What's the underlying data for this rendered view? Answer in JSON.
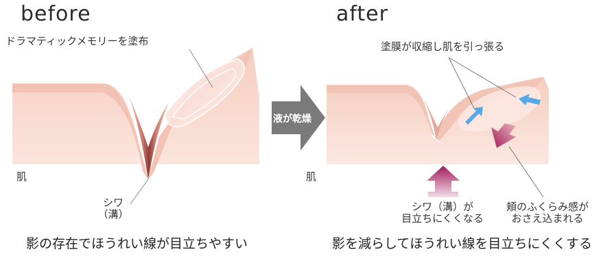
{
  "before": {
    "title": "before",
    "coating_label": "ドラマティックメモリーを塗布",
    "skin_label": "肌",
    "wrinkle_label_line1": "シワ",
    "wrinkle_label_line2": "（溝）",
    "caption": "影の存在でほうれい線が目立ちやすい"
  },
  "transition": {
    "arrow_label": "液が乾燥",
    "arrow_color": "#7a7a7a"
  },
  "after": {
    "title": "after",
    "shrink_label": "塗膜が収縮し肌を引っ張る",
    "skin_label": "肌",
    "wrinkle_label_line1": "シワ（溝）が",
    "wrinkle_label_line2": "目立ちにくくなる",
    "cheek_label_line1": "頬のふくらみ感が",
    "cheek_label_line2": "おさえ込まれる",
    "caption": "影を減らしてほうれい線を目立ちにくくする"
  },
  "colors": {
    "skin_top": "#f4c8b9",
    "skin_side": "#f9dcd1",
    "groove": "#a3504a",
    "push_arrow": "#a3195b",
    "shrink_arrow": "#56a8e6"
  }
}
